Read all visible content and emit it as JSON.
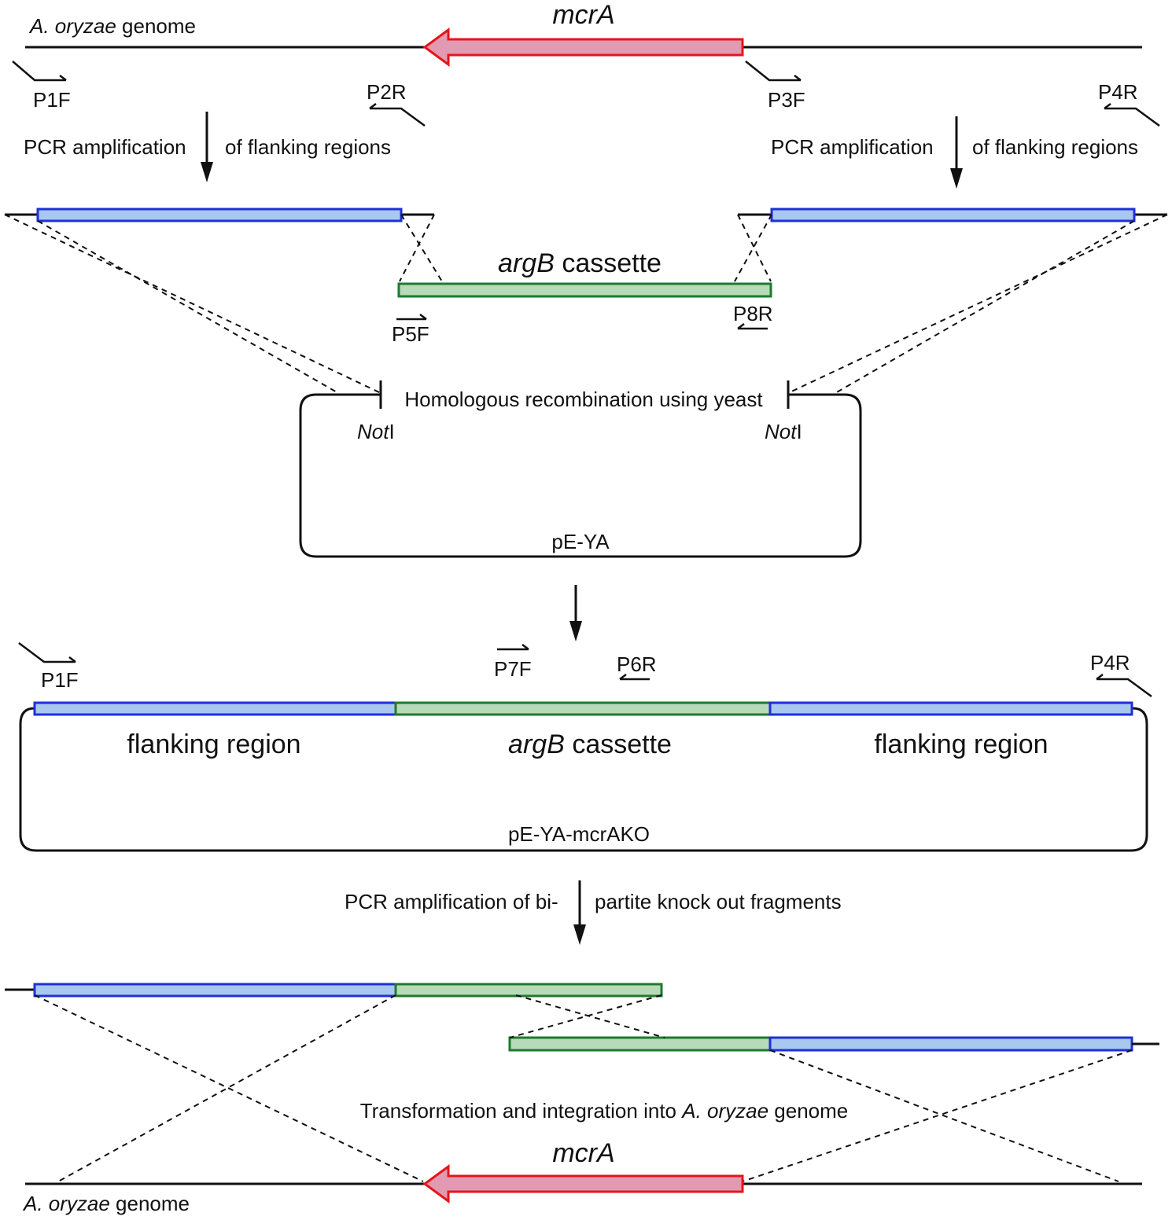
{
  "colors": {
    "flank_fill": "#a9c8ef",
    "flank_stroke": "#1f2fd8",
    "cassette_fill": "#b7dbb8",
    "cassette_stroke": "#1e7a2e",
    "gene_fill": "#e29ab2",
    "gene_stroke": "#e4151b"
  },
  "top": {
    "organism": "A. oryzae",
    "genome_word": " genome",
    "gene": "mcrA"
  },
  "primers": {
    "p1f": "P1F",
    "p2r": "P2R",
    "p3f": "P3F",
    "p4r": "P4R",
    "p5f": "P5F",
    "p8r": "P8R",
    "p7f": "P7F",
    "p6r": "P6R"
  },
  "steps": {
    "pcr_left_a": "PCR amplification",
    "pcr_left_b": "of flanking regions",
    "pcr_right_a": "PCR amplification",
    "pcr_right_b": "of flanking regions",
    "homologous": "Homologous recombination using yeast",
    "bipartite_a": "PCR amplification of bi-",
    "bipartite_b": "partite knock out fragments",
    "transform_a": "Transformation and integration into ",
    "transform_org": "A. oryzae",
    "transform_b": " genome"
  },
  "cassette": {
    "gene_italic": "argB",
    "word": " cassette"
  },
  "restriction": {
    "italic": "Not",
    "suffix": "I"
  },
  "plasmids": {
    "vector": "pE-YA",
    "construct": "pE-YA-mcrAKO"
  },
  "construct_regions": {
    "left": "flanking region",
    "mid_italic": "argB",
    "mid_word": " cassette",
    "right": "flanking region"
  },
  "bottom": {
    "gene": "mcrA",
    "organism": "A. oryzae",
    "genome_word": " genome"
  }
}
